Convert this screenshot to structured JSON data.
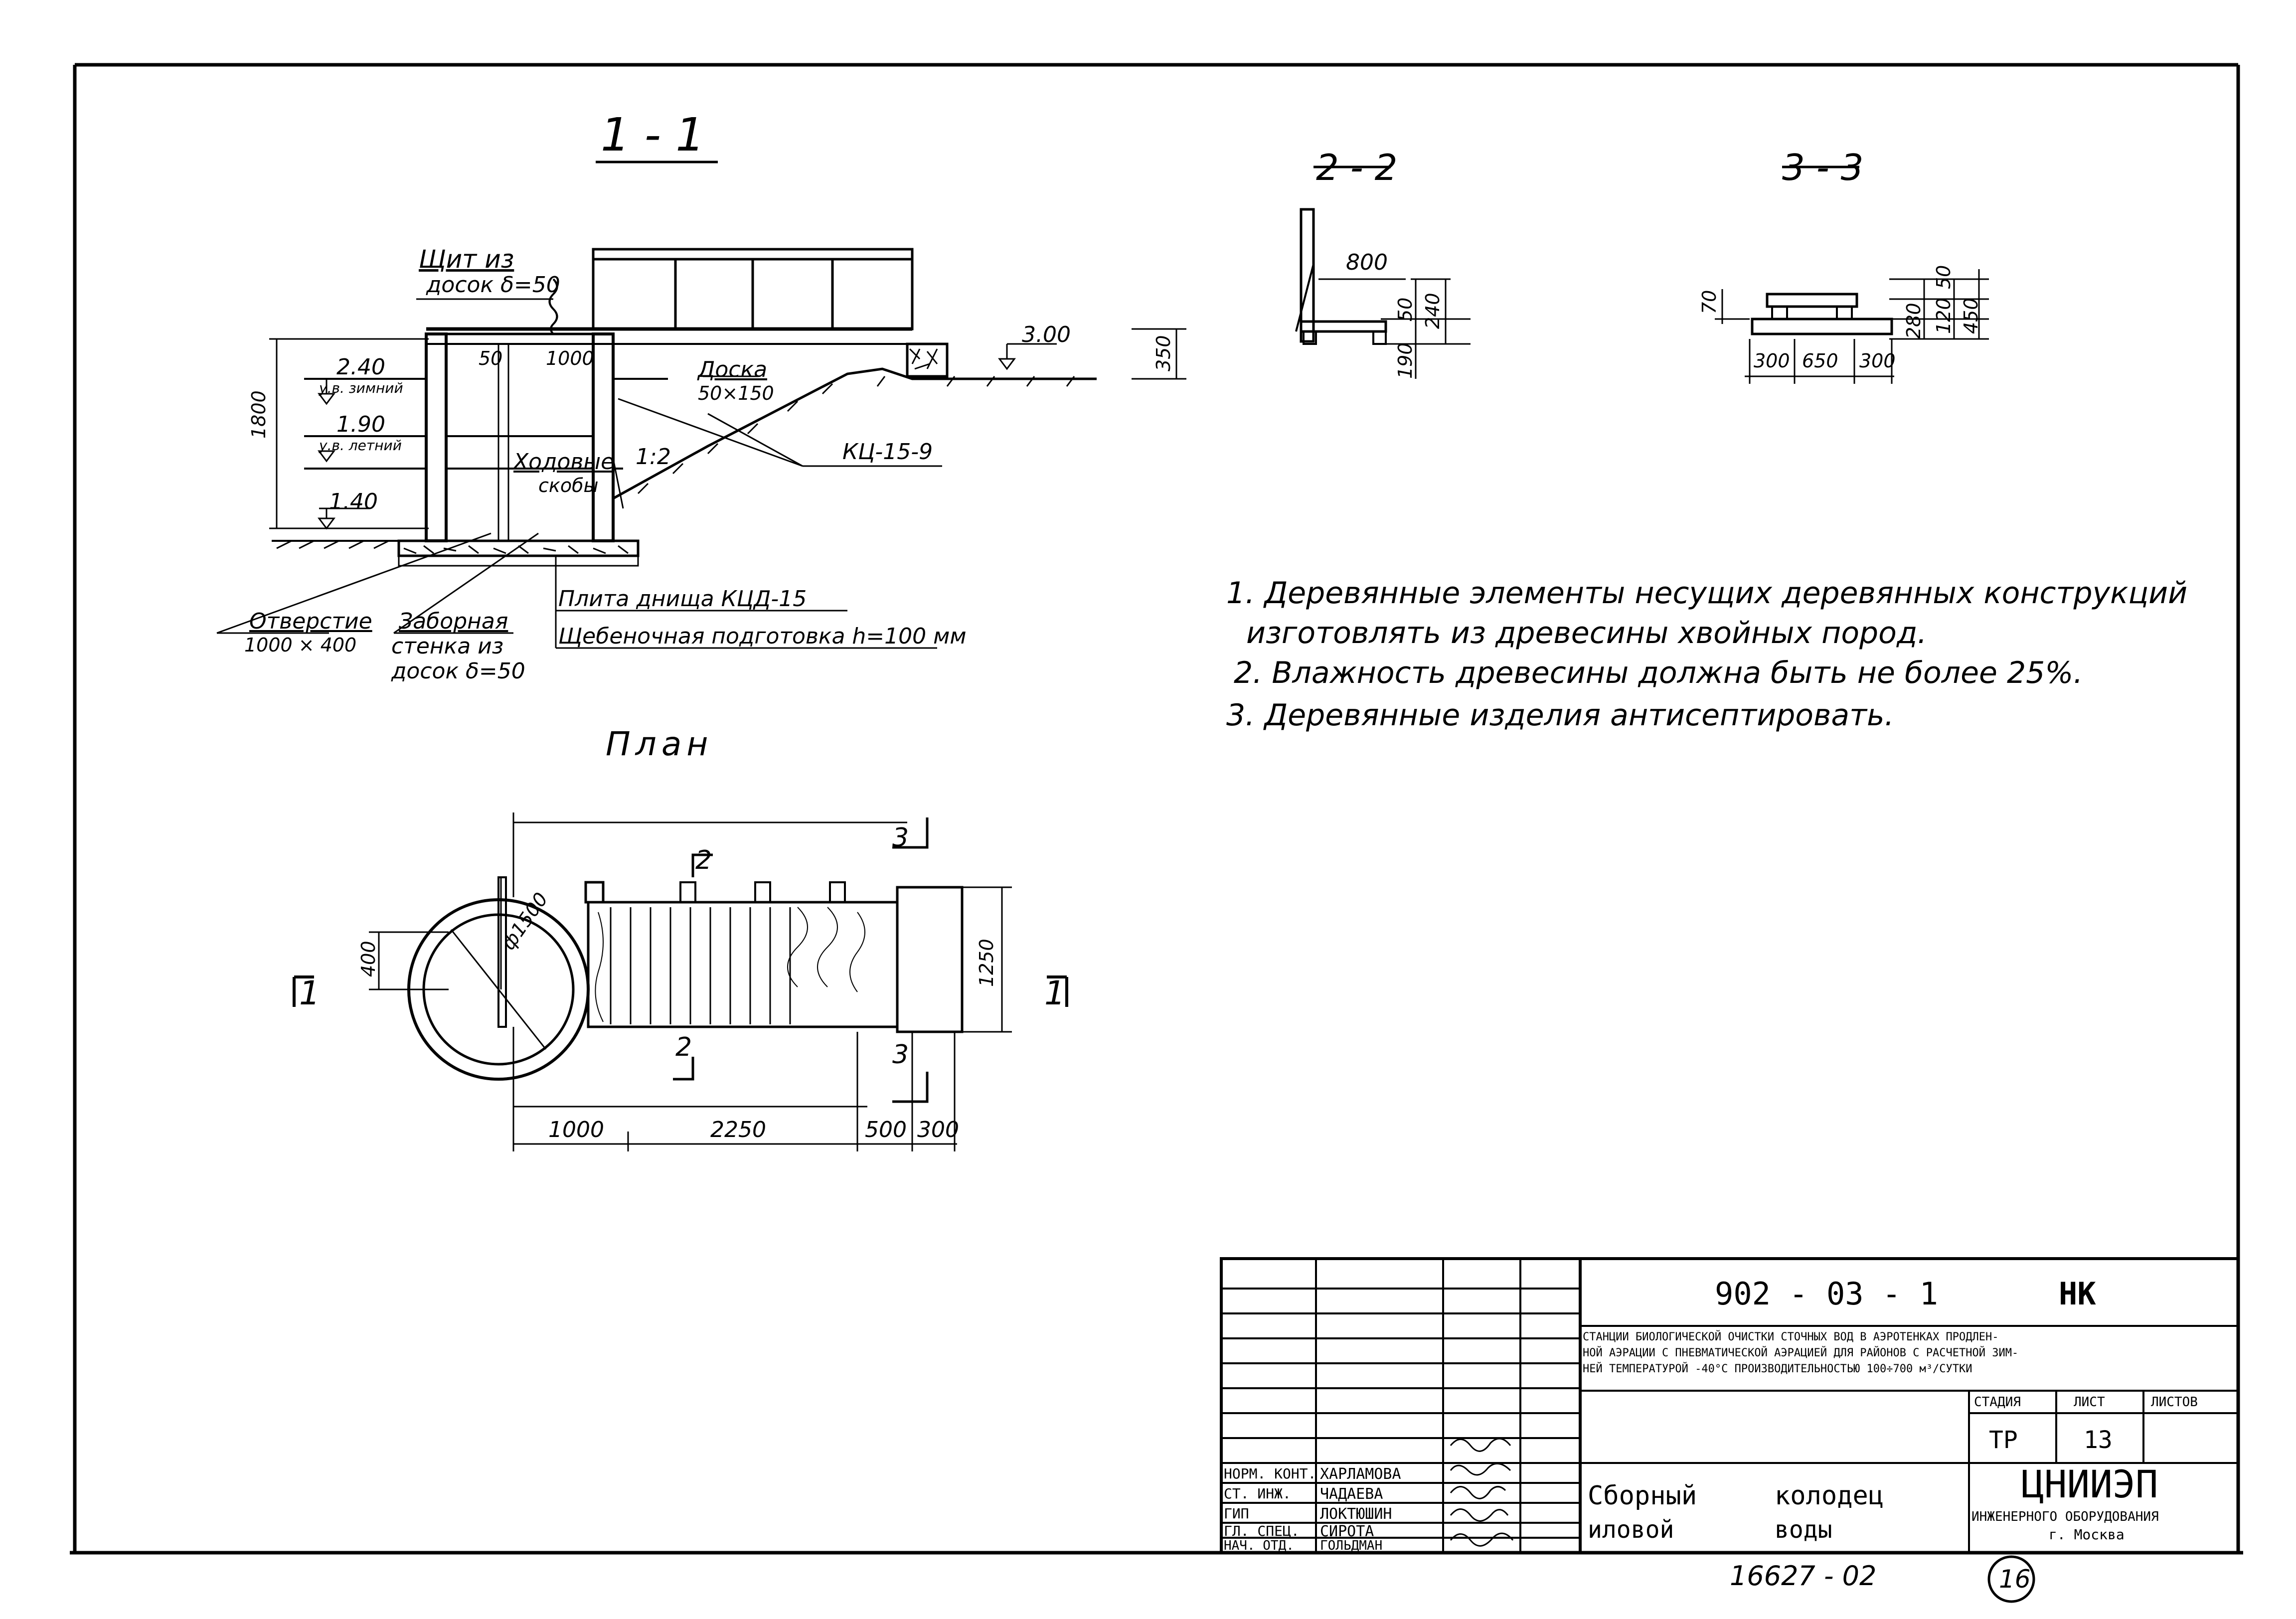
{
  "sections": {
    "s11": "1 - 1",
    "s22": "2 - 2",
    "s33": "3 - 3",
    "plan": "План"
  },
  "section11": {
    "shield_l1": "Щит из",
    "shield_l2": "досок δ=50",
    "lvl_240": "2.40",
    "winter": "у.в. зимний",
    "lvl_190": "1.90",
    "summer": "у.в. летний",
    "lvl_140": "1.40",
    "lvl_300": "3.00",
    "dim_50": "50",
    "dim_1000": "1000",
    "dim_1800": "1800",
    "dim_350": "350",
    "board_l1": "Доска",
    "board_l2": "50×150",
    "steps_l1": "Ходовые",
    "steps_l2": "скобы",
    "slope": "1:2",
    "kc": "КЦ-15-9",
    "hole_l1": "Отверстие",
    "hole_l2": "1000 × 400",
    "intake_l1": "Заборная",
    "intake_l2": "стенка из",
    "intake_l3": "досок δ=50",
    "slab": "Плита днища КЦД-15",
    "gravel": "Щебеночная подготовка h=100 мм"
  },
  "section22": {
    "d800": "800",
    "d50": "50",
    "d240": "240",
    "d190": "190"
  },
  "section33": {
    "d70": "70",
    "d50": "50",
    "d120": "120",
    "d280": "280",
    "d450": "450",
    "d300a": "300",
    "d650": "650",
    "d300b": "300"
  },
  "plan": {
    "mark2": "2",
    "mark3": "3",
    "mark1": "1",
    "dia": "ф1500",
    "d400": "400",
    "d1250": "1250",
    "d1000": "1000",
    "d2250": "2250",
    "d500": "500",
    "d300": "300"
  },
  "notes": [
    "1. Деревянные элементы несущих деревянных конструкций",
    "изготовлять из древесины хвойных пород.",
    "2. Влажность древесины должна быть не более 25%.",
    "3. Деревянные изделия антисептировать."
  ],
  "title_block": {
    "code": "902 - 03 - 1",
    "mark": "НК",
    "desc_l1": "СТАНЦИИ БИОЛОГИЧЕСКОЙ ОЧИСТКИ СТОЧНЫХ ВОД В АЭРОТЕНКАХ ПРОДЛЕН-",
    "desc_l2": "НОЙ АЭРАЦИИ С ПНЕВМАТИЧЕСКОЙ АЭРАЦИЕЙ ДЛЯ РАЙОНОВ С РАСЧЕТНОЙ ЗИМ-",
    "desc_l3": "НЕЙ ТЕМПЕРАТУРОЙ -40°С ПРОИЗВОДИТЕЛЬНОСТЬЮ 100÷700 м³/СУТКИ",
    "stage_h": "СТАДИЯ",
    "sheet_h": "ЛИСТ",
    "sheets_h": "ЛИСТОВ",
    "stage": "ТР",
    "sheet": "13",
    "name_l1a": "Сборный",
    "name_l1b": "колодец",
    "name_l2a": "иловой",
    "name_l2b": "воды",
    "org": "ЦНИИЭП",
    "org_l2": "ИНЖЕНЕРНОГО ОБОРУДОВАНИЯ",
    "org_l3": "г. Москва",
    "staff": [
      {
        "role": "НОРМ. КОНТ.",
        "name": "ХАРЛАМОВА"
      },
      {
        "role": "СТ. ИНЖ.",
        "name": "ЧАДАЕВА"
      },
      {
        "role": "ГИП",
        "name": "ЛОКТЮШИН"
      },
      {
        "role": "ГЛ. СПЕЦ.",
        "name": "СИРОТА"
      },
      {
        "role": "НАЧ. ОТД.",
        "name": "ГОЛЬДМАН"
      }
    ]
  },
  "footer": {
    "number": "16627 - 02",
    "page": "16"
  }
}
